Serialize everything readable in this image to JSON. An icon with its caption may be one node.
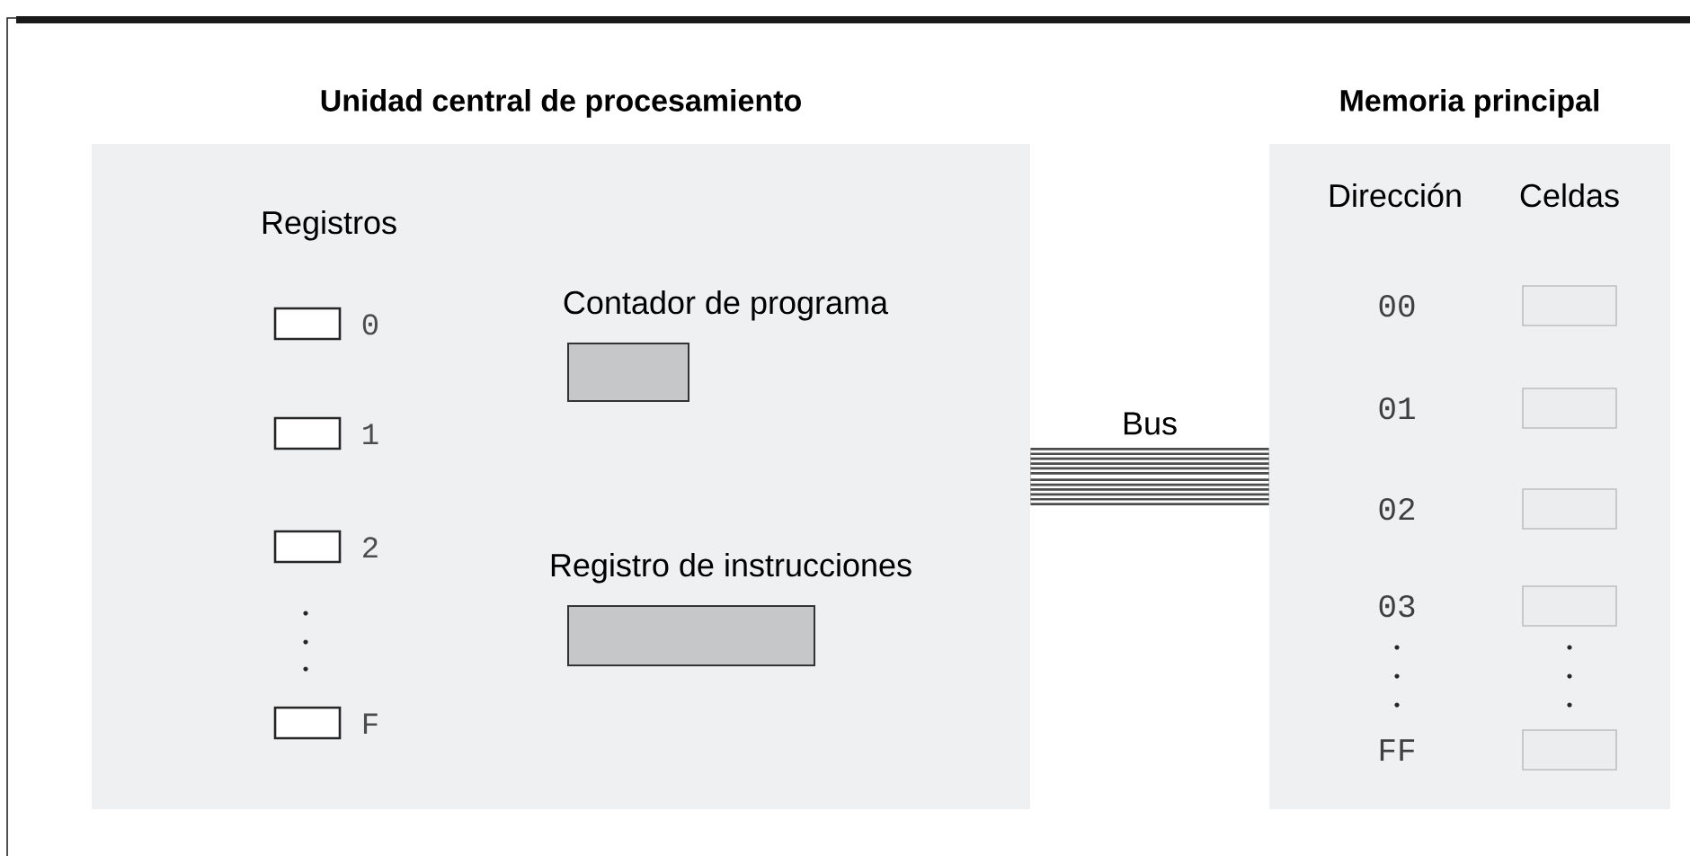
{
  "diagram": {
    "nodes": [
      {
        "text": [
          "Unidad central de procesamiento"
        ]
      },
      {
        "text": [],
        "shape": "box",
        "beside": [
          "0"
        ],
        "in": 0
      },
      {
        "text": [],
        "shape": "box",
        "beside": [
          "1"
        ],
        "in": 0
      },
      {
        "text": [],
        "shape": "box",
        "beside": [
          "2"
        ],
        "in": 0
      },
      {
        "text": [],
        "shape": "box",
        "beside": [
          "F"
        ],
        "in": 0
      },
      {
        "text": [
          "Contador de programa"
        ],
        "in": 0
      },
      {
        "text": [
          "Registro de instrucciones"
        ],
        "in": 0
      },
      {
        "text": [
          "Memoria principal"
        ]
      },
      {
        "text": [],
        "shape": "box",
        "beside": [
          "00"
        ],
        "in": 7
      },
      {
        "text": [],
        "shape": "box",
        "beside": [
          "01"
        ],
        "in": 7
      },
      {
        "text": [],
        "shape": "box",
        "beside": [
          "02"
        ],
        "in": 7
      },
      {
        "text": [],
        "shape": "box",
        "beside": [
          "03"
        ],
        "in": 7
      },
      {
        "text": [],
        "shape": "box",
        "beside": [
          "FF"
        ],
        "in": 7
      }
    ],
    "edges": [
      {
        "from": 0,
        "to": 7,
        "arrow": "none",
        "label": "Bus"
      }
    ],
    "labels": [
      "Registros",
      "Dirección",
      "Celdas"
    ]
  }
}
